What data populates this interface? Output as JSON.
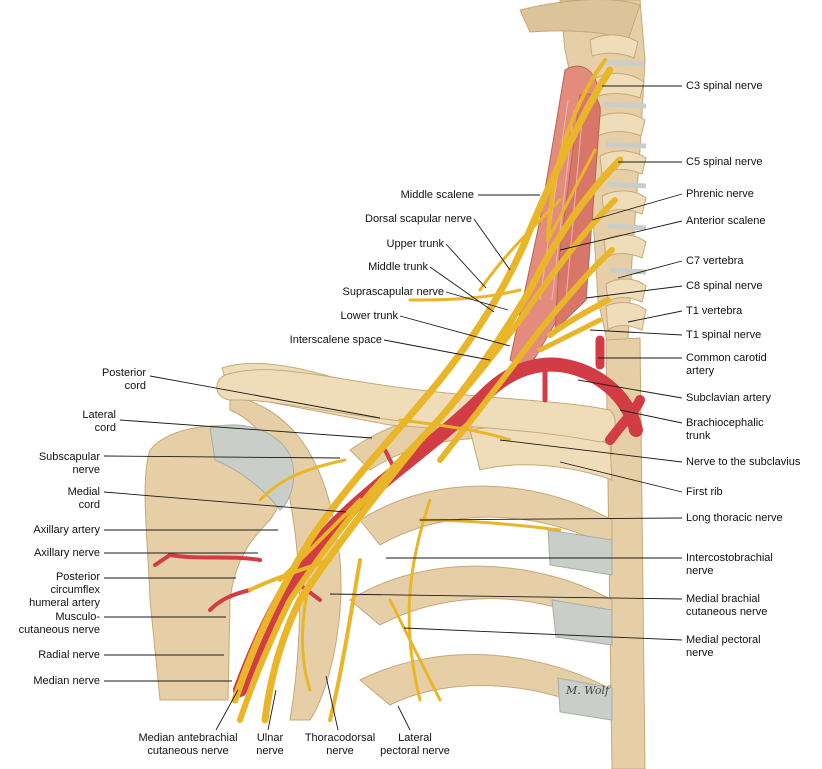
{
  "colors": {
    "nerve": "#e8b628",
    "nerve_outline": "#b8861a",
    "artery": "#d23c44",
    "bone": "#e6cfa6",
    "bone_outline": "#c7a878",
    "muscle": "#e38c7e",
    "cartilage": "#c9cfc8",
    "leader_line": "#1a1a1a"
  },
  "signature": "M. Wolf",
  "labels": {
    "c3_spinal_nerve": "C3 spinal nerve",
    "c5_spinal_nerve": "C5 spinal nerve",
    "phrenic_nerve": "Phrenic nerve",
    "anterior_scalene": "Anterior scalene",
    "c7_vertebra": "C7 vertebra",
    "c8_spinal_nerve": "C8 spinal nerve",
    "t1_vertebra": "T1 vertebra",
    "t1_spinal_nerve": "T1 spinal nerve",
    "common_carotid_artery": "Common carotid\nartery",
    "subclavian_artery": "Subclavian artery",
    "brachiocephalic_trunk": "Brachiocephalic\ntrunk",
    "nerve_to_subclavius": "Nerve to the subclavius",
    "first_rib": "First rib",
    "long_thoracic_nerve": "Long thoracic nerve",
    "intercostobrachial_nerve": "Intercostobrachial\nnerve",
    "medial_brachial_cutaneous_nerve": "Medial brachial\ncutaneous nerve",
    "medial_pectoral_nerve": "Medial pectoral\nnerve",
    "middle_scalene": "Middle scalene",
    "dorsal_scapular_nerve": "Dorsal scapular nerve",
    "upper_trunk": "Upper trunk",
    "middle_trunk": "Middle trunk",
    "suprascapular_nerve": "Suprascapular nerve",
    "lower_trunk": "Lower trunk",
    "interscalene_space": "Interscalene space",
    "posterior_cord": "Posterior\ncord",
    "lateral_cord": "Lateral\ncord",
    "subscapular_nerve": "Subscapular\nnerve",
    "medial_cord": "Medial\ncord",
    "axillary_artery": "Axillary artery",
    "axillary_nerve": "Axillary nerve",
    "posterior_circumflex_humeral_artery": "Posterior\ncircumflex\nhumeral artery",
    "musculocutaneous_nerve": "Musculo-\ncutaneous nerve",
    "radial_nerve": "Radial nerve",
    "median_nerve": "Median nerve",
    "median_antebrachial_cutaneous_nerve": "Median antebrachial\ncutaneous nerve",
    "ulnar_nerve": "Ulnar\nnerve",
    "thoracodorsal_nerve": "Thoracodorsal\nnerve",
    "lateral_pectoral_nerve": "Lateral\npectoral nerve"
  }
}
